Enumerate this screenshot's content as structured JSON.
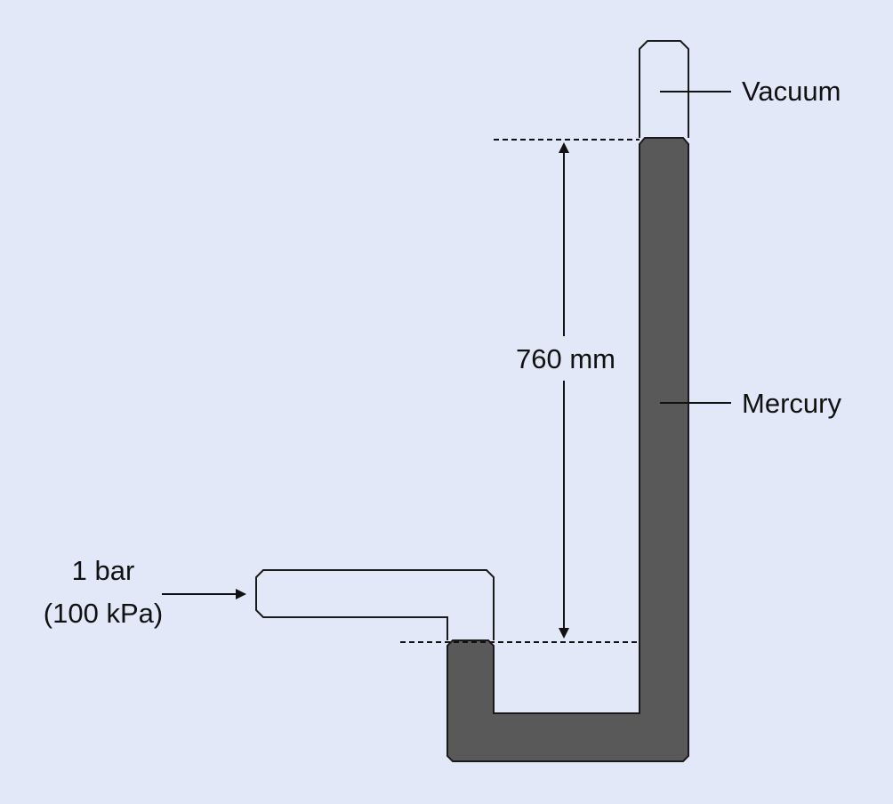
{
  "colors": {
    "background": "#e3e8f8",
    "mercury": "#595959",
    "tube_outline": "#1a1a1a"
  },
  "labels": {
    "vacuum": "Vacuum",
    "mercury": "Mercury",
    "height": "760 mm",
    "pressure_line1": "1 bar",
    "pressure_line2": "(100 kPa)"
  }
}
